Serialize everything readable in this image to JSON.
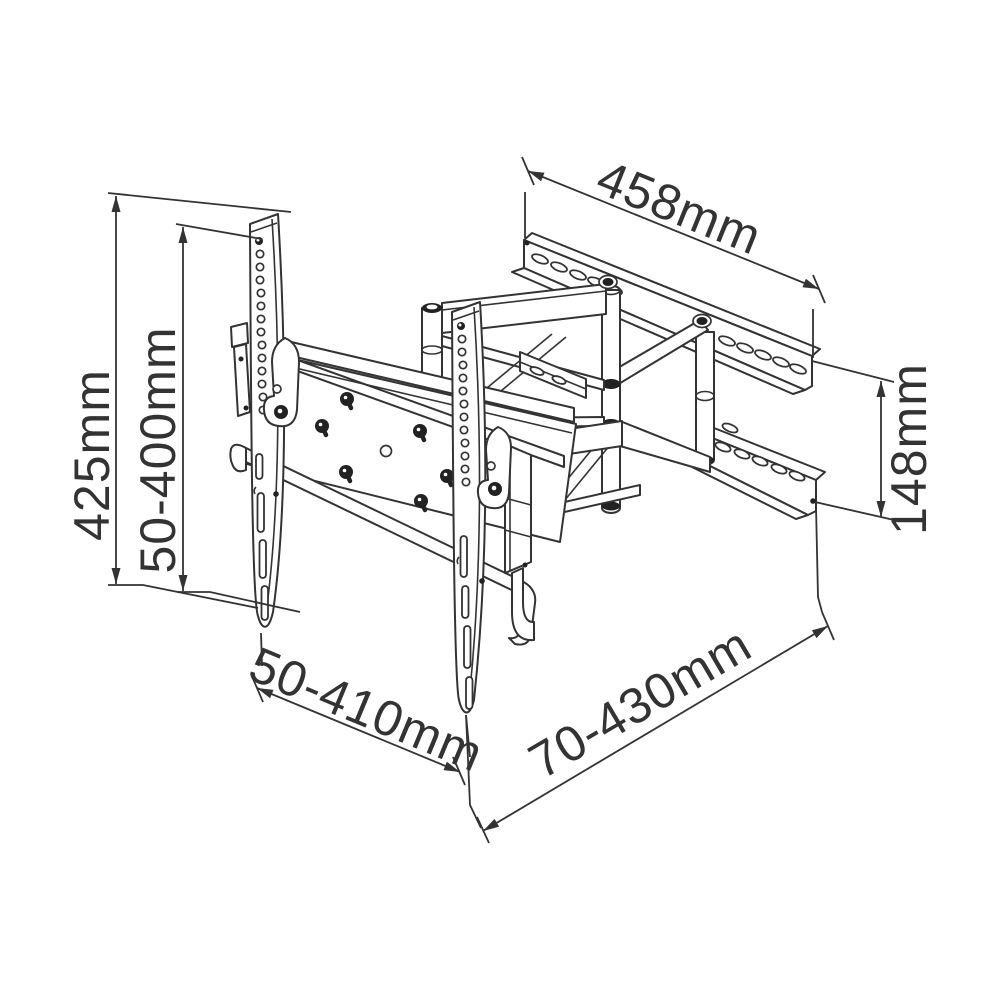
{
  "diagram": {
    "dimensions": {
      "left_outer": "425mm",
      "left_inner": "50-400mm",
      "top": "458mm",
      "right": "148mm",
      "bottom_left": "50-410mm",
      "bottom_right": "70-430mm"
    },
    "colors": {
      "line": "#333333",
      "background": "#ffffff"
    }
  }
}
